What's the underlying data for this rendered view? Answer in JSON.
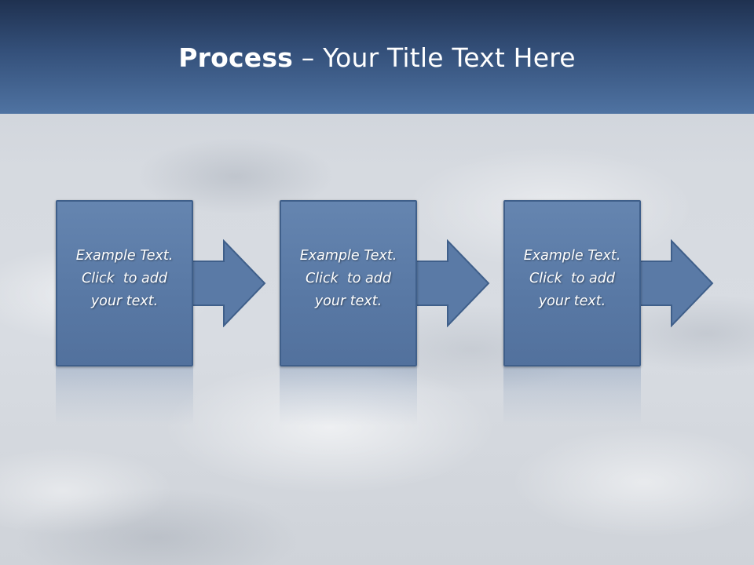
{
  "title": {
    "bold": "Process",
    "rest": " – Your Title Text Here"
  },
  "steps": [
    {
      "line1": "Example Text.",
      "line2": "Click  to add",
      "line3": "your text."
    },
    {
      "line1": "Example Text.",
      "line2": "Click  to add",
      "line3": "your text."
    },
    {
      "line1": "Example Text.",
      "line2": "Click  to add",
      "line3": "your text."
    }
  ],
  "colors": {
    "title_bar_top": "#1f3150",
    "title_bar_bottom": "#4f73a2",
    "box_fill": "#5a7aa6",
    "box_border": "#3f5f8a"
  },
  "icons": [
    "arrow-right-icon",
    "arrow-right-icon",
    "arrow-right-icon"
  ]
}
